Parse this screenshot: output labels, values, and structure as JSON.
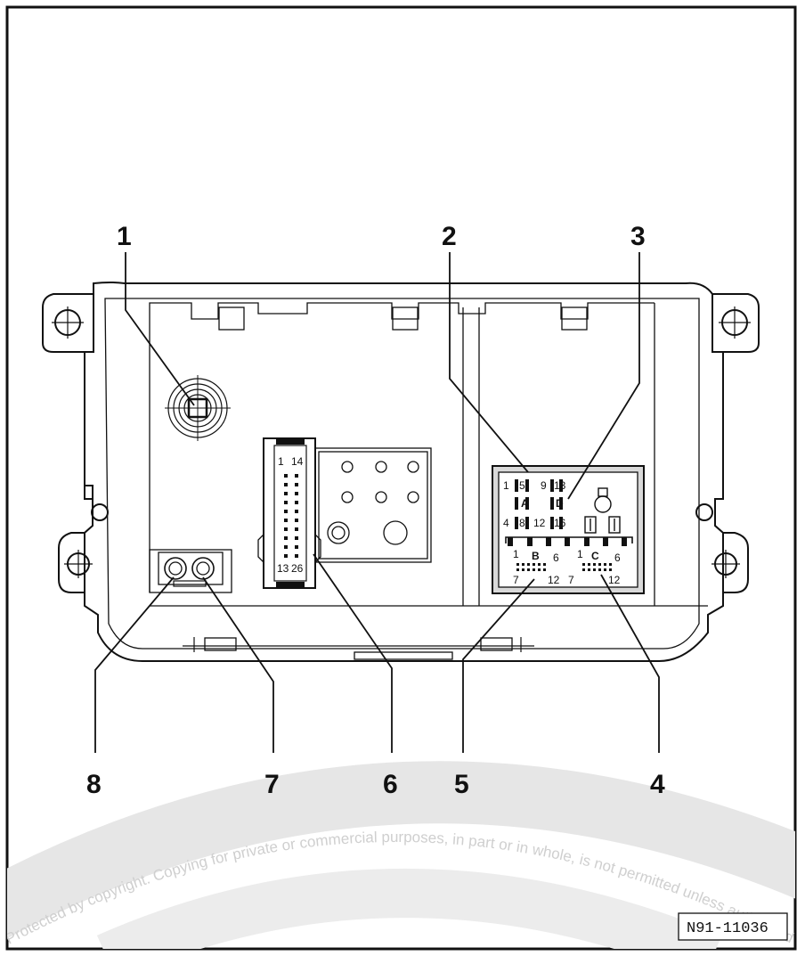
{
  "callouts": {
    "c1": "1",
    "c2": "2",
    "c3": "3",
    "c4": "4",
    "c5": "5",
    "c6": "6",
    "c7": "7",
    "c8": "8"
  },
  "connector_26pin": {
    "tl": "1",
    "tr": "14",
    "bl": "13",
    "br": "26"
  },
  "quadlock_labels": {
    "a": "A",
    "d": "D",
    "b": "B",
    "c": "C",
    "p1": "1",
    "p5": "5",
    "p9": "9",
    "p13": "13",
    "p4": "4",
    "p8": "8",
    "p12": "12",
    "p16": "16",
    "b1": "1",
    "b6": "6",
    "b7": "7",
    "b12": "12",
    "c1": "1",
    "c6": "6",
    "c7": "7",
    "c12": "12"
  },
  "watermark": "Protected by copyright. Copying for private or commercial purposes, in part or in whole, is not permitted unless authorised by Volkswagen AG. Volkswagen AG does not guarantee or accept",
  "reference_code": "N91-11036",
  "colors": {
    "line": "#111111",
    "fill_grey": "#d9d9d9",
    "watermark": "#e6e6e6"
  }
}
